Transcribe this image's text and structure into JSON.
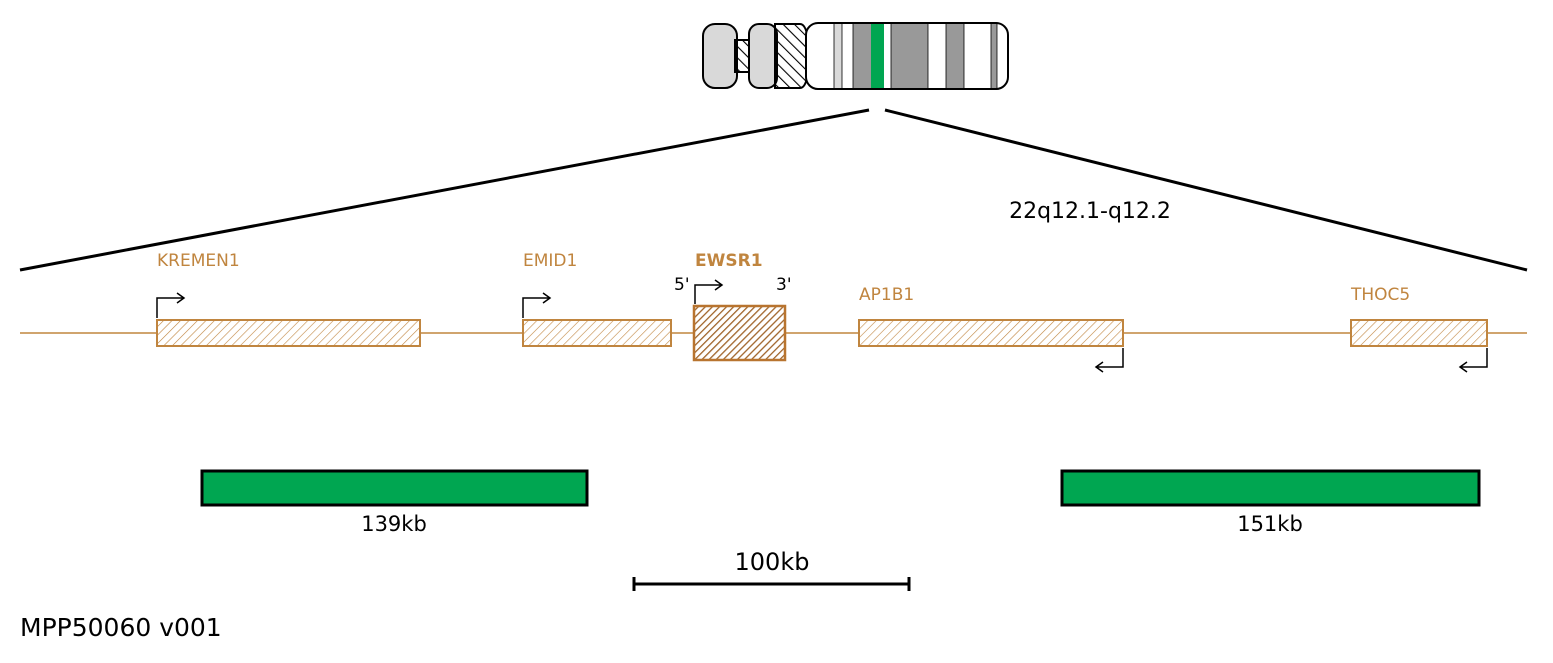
{
  "colors": {
    "gene": "#c0853f",
    "probe": "#00a651",
    "band_dark": "#999999",
    "band_light": "#d9d9d9",
    "band_highlight": "#00a651",
    "outline": "#000000"
  },
  "chromosome": {
    "region_label": "22q12.1-q12.2"
  },
  "genes": [
    {
      "name": "KREMEN1",
      "strand": "+",
      "bold": false
    },
    {
      "name": "EMID1",
      "strand": "+",
      "bold": false
    },
    {
      "name": "EWSR1",
      "strand": "+",
      "bold": true
    },
    {
      "name": "AP1B1",
      "strand": "-",
      "bold": false
    },
    {
      "name": "THOC5",
      "strand": "-",
      "bold": false
    }
  ],
  "ewsr1_ends": {
    "five_prime": "5'",
    "three_prime": "3'"
  },
  "probes": [
    {
      "label": "139kb",
      "color": "#00a651"
    },
    {
      "label": "151kb",
      "color": "#00a651"
    }
  ],
  "scale_bar": {
    "label": "100kb"
  },
  "footer": {
    "product_code": "MPP50060 v001"
  },
  "icons": [
    "right-arrow-icon",
    "left-arrow-icon",
    "chromosome-ideogram"
  ]
}
